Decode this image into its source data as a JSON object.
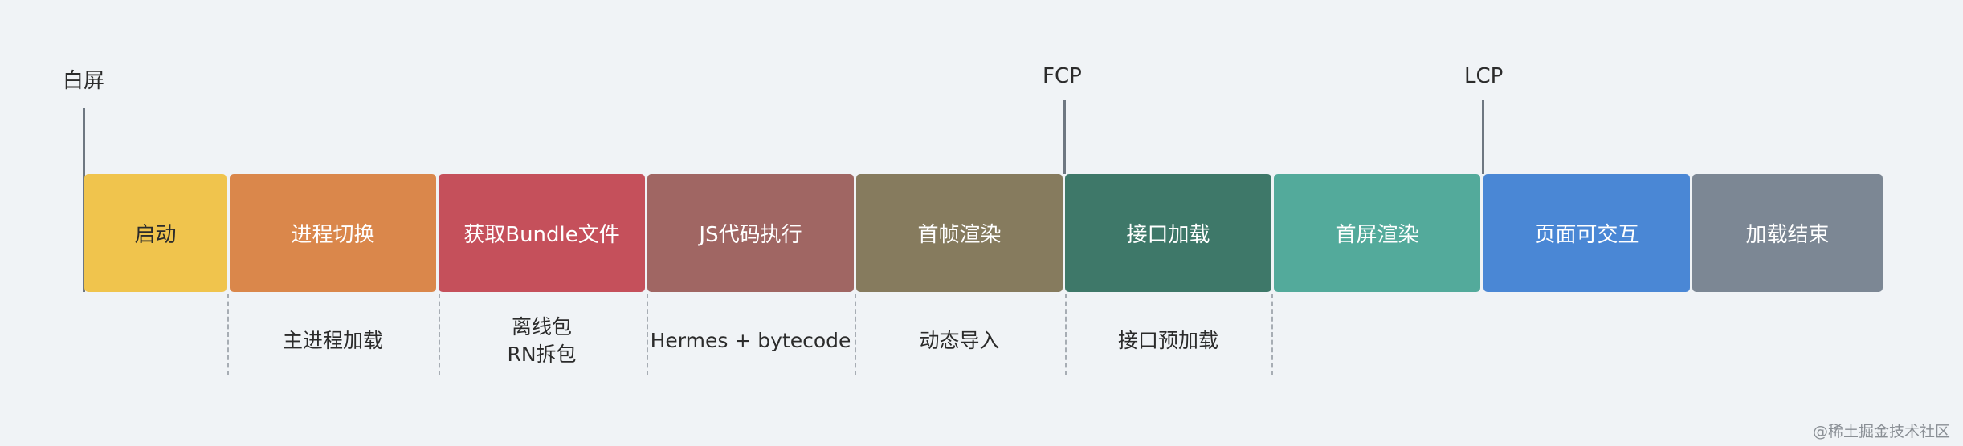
{
  "markers": {
    "start": "白屏",
    "fcp": "FCP",
    "lcp": "LCP"
  },
  "stages": [
    {
      "label": "启动",
      "color": "#f0c44d"
    },
    {
      "label": "进程切换",
      "color": "#da874b"
    },
    {
      "label": "获取Bundle文件",
      "color": "#c5505b"
    },
    {
      "label": "JS代码执行",
      "color": "#a06663"
    },
    {
      "label": "首帧渲染",
      "color": "#867b5e"
    },
    {
      "label": "接口加载",
      "color": "#3e7869"
    },
    {
      "label": "首屏渲染",
      "color": "#53aa9b"
    },
    {
      "label": "页面可交互",
      "color": "#4a87d5"
    },
    {
      "label": "加载结束",
      "color": "#7c8794"
    }
  ],
  "notes": {
    "process": "主进程加载",
    "bundle_line1": "离线包",
    "bundle_line2": "RN拆包",
    "js": "Hermes + bytecode",
    "render": "动态导入",
    "api": "接口预加载"
  },
  "watermark": "@稀土掘金技术社区"
}
